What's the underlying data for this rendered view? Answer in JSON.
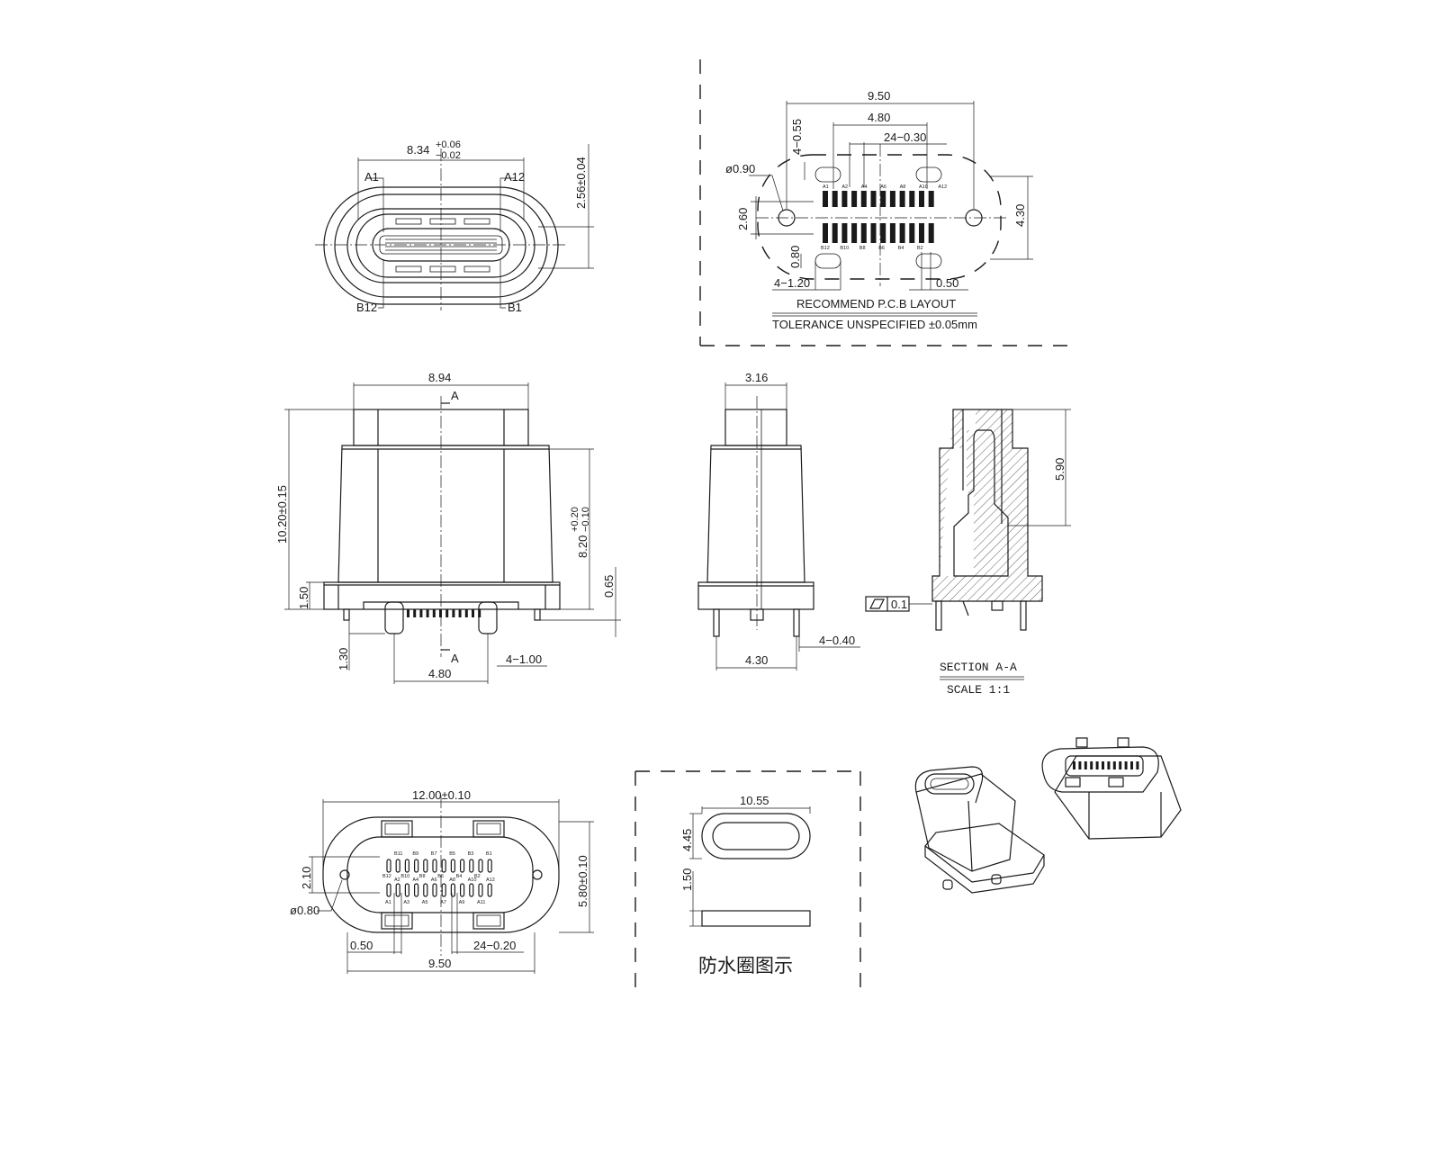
{
  "front_view": {
    "width_main": "8.34",
    "width_tol_plus": "+0.06",
    "width_tol_minus": "−0.02",
    "height_dim": "2.56±0.04",
    "pin_a1": "A1",
    "pin_a12": "A12",
    "pin_b12": "B12",
    "pin_b1": "B1"
  },
  "pcb_layout": {
    "dim_overall": "9.50",
    "dim_pitch_span": "4.80",
    "dim_pad_width": "24−0.30",
    "dim_slot_width": "4−0.55",
    "dim_hole_dia": "ø0.90",
    "dim_row_span": "2.60",
    "dim_height": "4.30",
    "dim_slot_length": "0.80",
    "dim_slot_4": "4−1.20",
    "dim_pad_gap": "0.50",
    "title": "RECOMMEND P.C.B LAYOUT",
    "tolerance": "TOLERANCE UNSPECIFIED ±0.05mm",
    "top_pad_labels": [
      "A1",
      "A2",
      "A4",
      "A6",
      "A8",
      "A10",
      "A12"
    ],
    "bottom_pad_labels": [
      "B12",
      "B10",
      "B8",
      "B6",
      "B4",
      "B2"
    ]
  },
  "side_view_a": {
    "dim_top_width": "8.94",
    "section_label_top": "A",
    "section_label_bottom": "A",
    "dim_total_height": "10.20±0.15",
    "dim_body_height": "8.20",
    "dim_body_tol_plus": "+0.20",
    "dim_body_tol_minus": "−0.10",
    "dim_flange": "1.50",
    "dim_pin_len": "0.65",
    "dim_peg_len": "1.30",
    "dim_peg_span": "4.80",
    "dim_peg_dia": "4−1.00"
  },
  "side_view_b": {
    "dim_top": "3.16",
    "dim_base": "4.30",
    "dim_peg": "4−0.40"
  },
  "section_view": {
    "dim_depth": "5.90",
    "flatness_value": "0.1",
    "title": "SECTION A-A",
    "scale": "SCALE 1:1"
  },
  "bottom_view": {
    "dim_width": "12.00±0.10",
    "dim_height": "5.80±0.10",
    "dim_row_span": "2.10",
    "dim_hole": "ø0.80",
    "dim_pad_gap": "0.50",
    "dim_pads": "24−0.20",
    "dim_span": "9.50",
    "top_labels": [
      "B11",
      "B9",
      "B7",
      "B5",
      "B3",
      "B1"
    ],
    "top_labels_2": [
      "B12",
      "B10",
      "B8",
      "B6",
      "B4",
      "B2"
    ],
    "bottom_labels": [
      "A2",
      "A4",
      "A6",
      "A8",
      "A10",
      "A12"
    ],
    "bottom_labels_2": [
      "A1",
      "A3",
      "A5",
      "A7",
      "A9",
      "A11"
    ]
  },
  "gasket": {
    "dim_width": "10.55",
    "dim_height": "4.45",
    "dim_thickness": "1.50",
    "caption": "防水圈图示"
  }
}
